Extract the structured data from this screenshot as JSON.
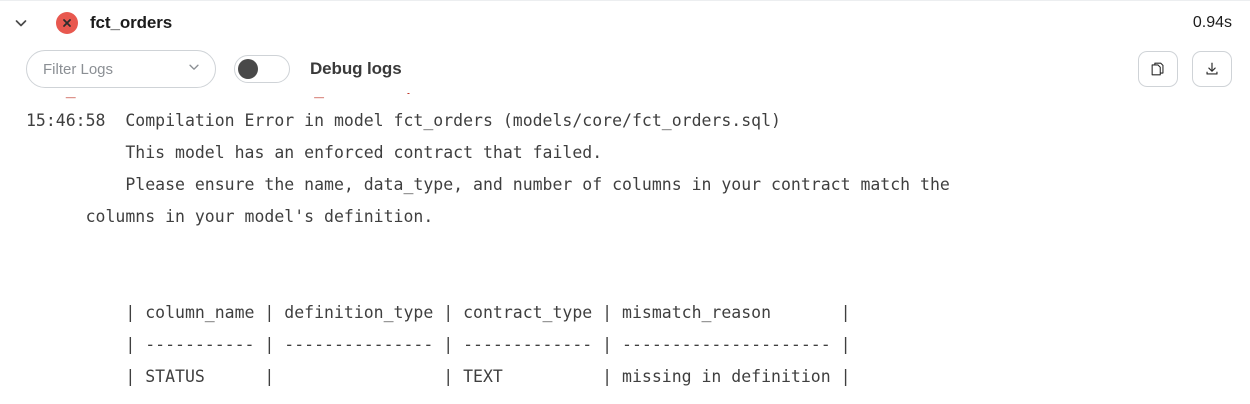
{
  "header": {
    "expand_icon": "chevron-down-icon",
    "status_icon": "error-circle-x-icon",
    "model_name": "fct_orders",
    "duration": "0.94s",
    "status_color": "#e8584f"
  },
  "toolbar": {
    "filter": {
      "label": "Filter Logs",
      "caret_icon": "chevron-down-icon"
    },
    "debug_toggle": {
      "label": "Debug logs",
      "state": "off",
      "knob_color": "#494949"
    },
    "copy_button": {
      "icon": "copy-pages-icon"
    },
    "download_button": {
      "icon": "download-tray-icon"
    }
  },
  "log": {
    "clipped_top_line": "    _                        _        .",
    "timestamp": "15:46:58",
    "lines": [
      "15:46:58  Compilation Error in model fct_orders (models/core/fct_orders.sql)",
      "          This model has an enforced contract that failed.",
      "          Please ensure the name, data_type, and number of columns in your contract match the",
      "      columns in your model's definition.",
      "",
      "",
      "          | column_name | definition_type | contract_type | mismatch_reason       |",
      "          | ----------- | --------------- | ------------- | --------------------- |",
      "          | STATUS      |                 | TEXT          | missing in definition |"
    ],
    "table": {
      "headers": [
        "column_name",
        "definition_type",
        "contract_type",
        "mismatch_reason"
      ],
      "rows": [
        [
          "STATUS",
          "",
          "TEXT",
          "missing in definition"
        ]
      ]
    },
    "error_title": "Compilation Error in model fct_orders (models/core/fct_orders.sql)",
    "error_detail_1": "This model has an enforced contract that failed.",
    "error_detail_2": "Please ensure the name, data_type, and number of columns in your contract match the",
    "error_detail_3": "columns in your model's definition."
  }
}
